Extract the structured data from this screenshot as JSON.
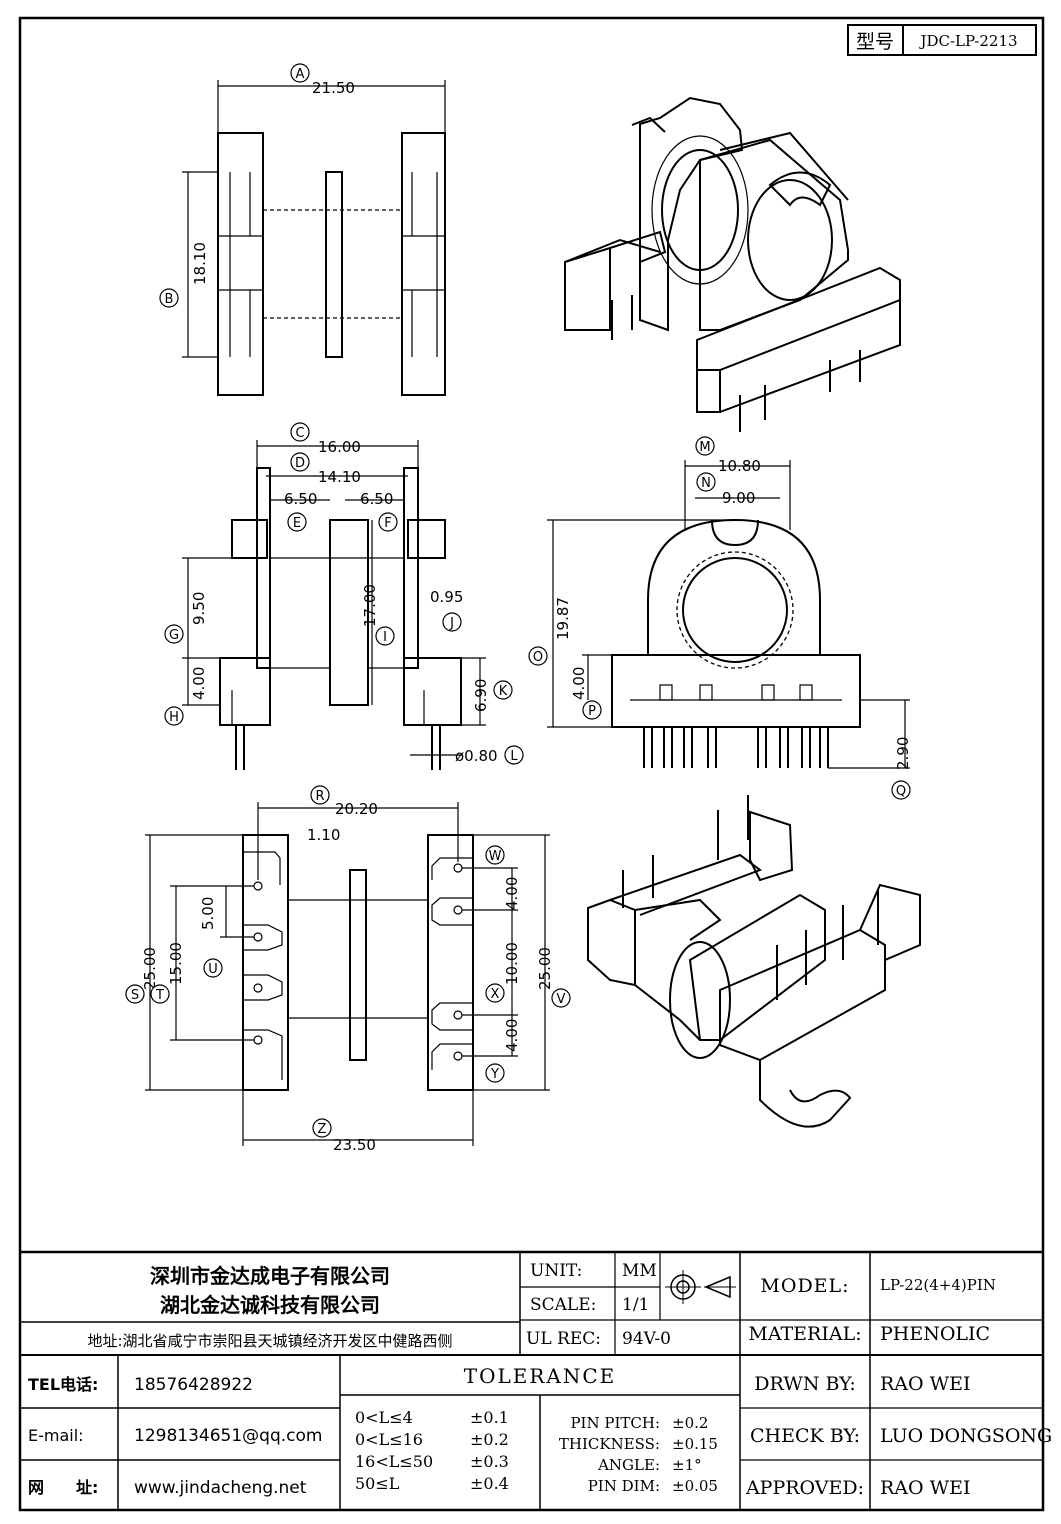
{
  "model_box": {
    "label": "型号",
    "value": "JDC-LP-2213"
  },
  "dimensions": {
    "A": "21.50",
    "B": "18.10",
    "C": "16.00",
    "D": "14.10",
    "E": "6.50",
    "F": "6.50",
    "G": "9.50",
    "H": "4.00",
    "I": "17.00",
    "J": "0.95",
    "K": "6.90",
    "L": "ø0.80",
    "M": "10.80",
    "N": "9.00",
    "O": "19.87",
    "P": "4.00",
    "Q": "2.90",
    "R": "20.20",
    "R2": "1.10",
    "S": "25.00",
    "T": "15.00",
    "U": "5.00",
    "V": "25.00",
    "W": "4.00",
    "X": "10.00",
    "Y": "4.00",
    "Z": "23.50"
  },
  "title_block": {
    "company1": "深圳市金达成电子有限公司",
    "company2": "湖北金达诚科技有限公司",
    "address": "地址:湖北省咸宁市崇阳县天城镇经济开发区中健路西侧",
    "tel_label": "TEL电话:",
    "tel": "18576428922",
    "email_label": "E-mail:",
    "email": "1298134651@qq.com",
    "web_label": "网　　址:",
    "web": "www.jindacheng.net",
    "unit_label": "UNIT:",
    "unit": "MM",
    "scale_label": "SCALE:",
    "scale": "1/1",
    "ulrec_label": "UL REC:",
    "ulrec": "94V-0",
    "tolerance_label": "TOLERANCE",
    "tol_rows": [
      {
        "range": "0<L≤4",
        "tol": "±0.1"
      },
      {
        "range": "0<L≤16",
        "tol": "±0.2"
      },
      {
        "range": "16<L≤50",
        "tol": "±0.3"
      },
      {
        "range": "50≤L",
        "tol": "±0.4"
      }
    ],
    "pin_rows": [
      {
        "label": "PIN PITCH:",
        "tol": "±0.2"
      },
      {
        "label": "THICKNESS:",
        "tol": "±0.15"
      },
      {
        "label": "ANGLE:",
        "tol": "±1°"
      },
      {
        "label": "PIN DIM:",
        "tol": "±0.05"
      }
    ],
    "model_label": "MODEL:",
    "model": "LP-22(4+4)PIN",
    "material_label": "MATERIAL:",
    "material": "PHENOLIC",
    "drawn_label": "DRWN BY:",
    "drawn": "RAO WEI",
    "check_label": "CHECK BY:",
    "check": "LUO DONGSONG",
    "approved_label": "APPROVED:",
    "approved": "RAO WEI"
  }
}
